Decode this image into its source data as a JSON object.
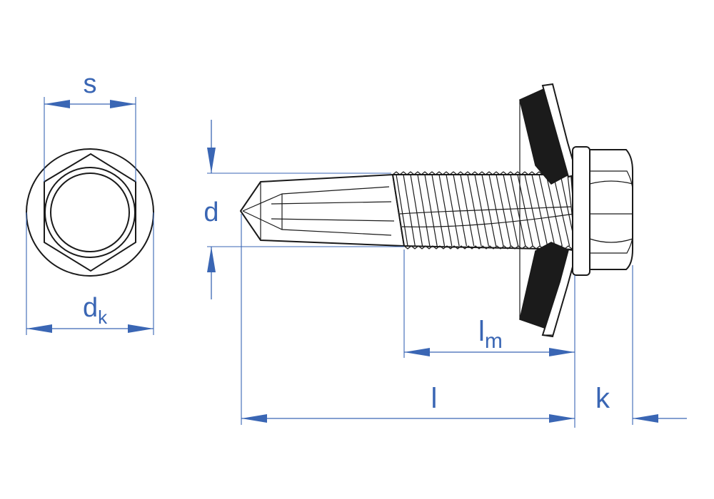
{
  "labels": {
    "s": "s",
    "dk_main": "d",
    "dk_sub": "k",
    "d": "d",
    "lm_main": "l",
    "lm_sub": "m",
    "l": "l",
    "k": "k"
  },
  "colors": {
    "dimension": "#3a66b4",
    "outline": "#1a1a1a",
    "seal_washer": "#1b1b1b",
    "background": "#ffffff"
  }
}
